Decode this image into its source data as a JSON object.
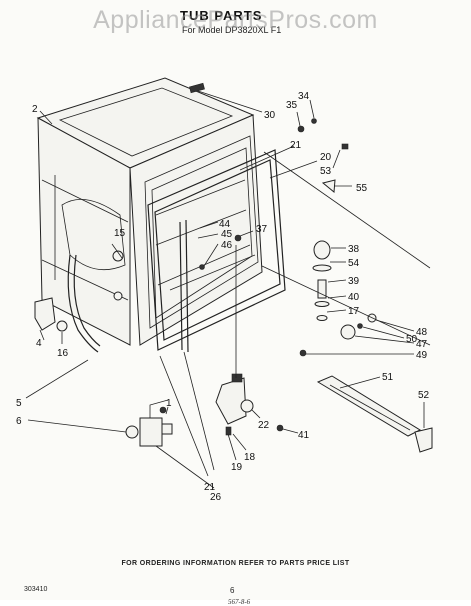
{
  "header": {
    "watermark": "AppliancePartsPros.com",
    "title": "TUB PARTS",
    "subtitle": "For Model DP3820XL F1"
  },
  "labels": {
    "l1": "1",
    "l2": "2",
    "l4": "4",
    "l5": "5",
    "l6": "6",
    "l15": "15",
    "l16": "16",
    "l17": "17",
    "l18": "18",
    "l19": "19",
    "l20": "20",
    "l21a": "21",
    "l21b": "21",
    "l22": "22",
    "l26": "26",
    "l30": "30",
    "l34": "34",
    "l35": "35",
    "l37": "37",
    "l38": "38",
    "l39": "39",
    "l40": "40",
    "l41": "41",
    "l44": "44",
    "l45": "45",
    "l46": "46",
    "l47": "47",
    "l48": "48",
    "l49": "49",
    "l50": "50",
    "l51": "51",
    "l52": "52",
    "l53": "53",
    "l54": "54",
    "l55": "55"
  },
  "footer": {
    "note": "FOR ORDERING INFORMATION REFER TO PARTS PRICE LIST",
    "code": "303410",
    "page": "6",
    "sheet": "567-8-6"
  }
}
